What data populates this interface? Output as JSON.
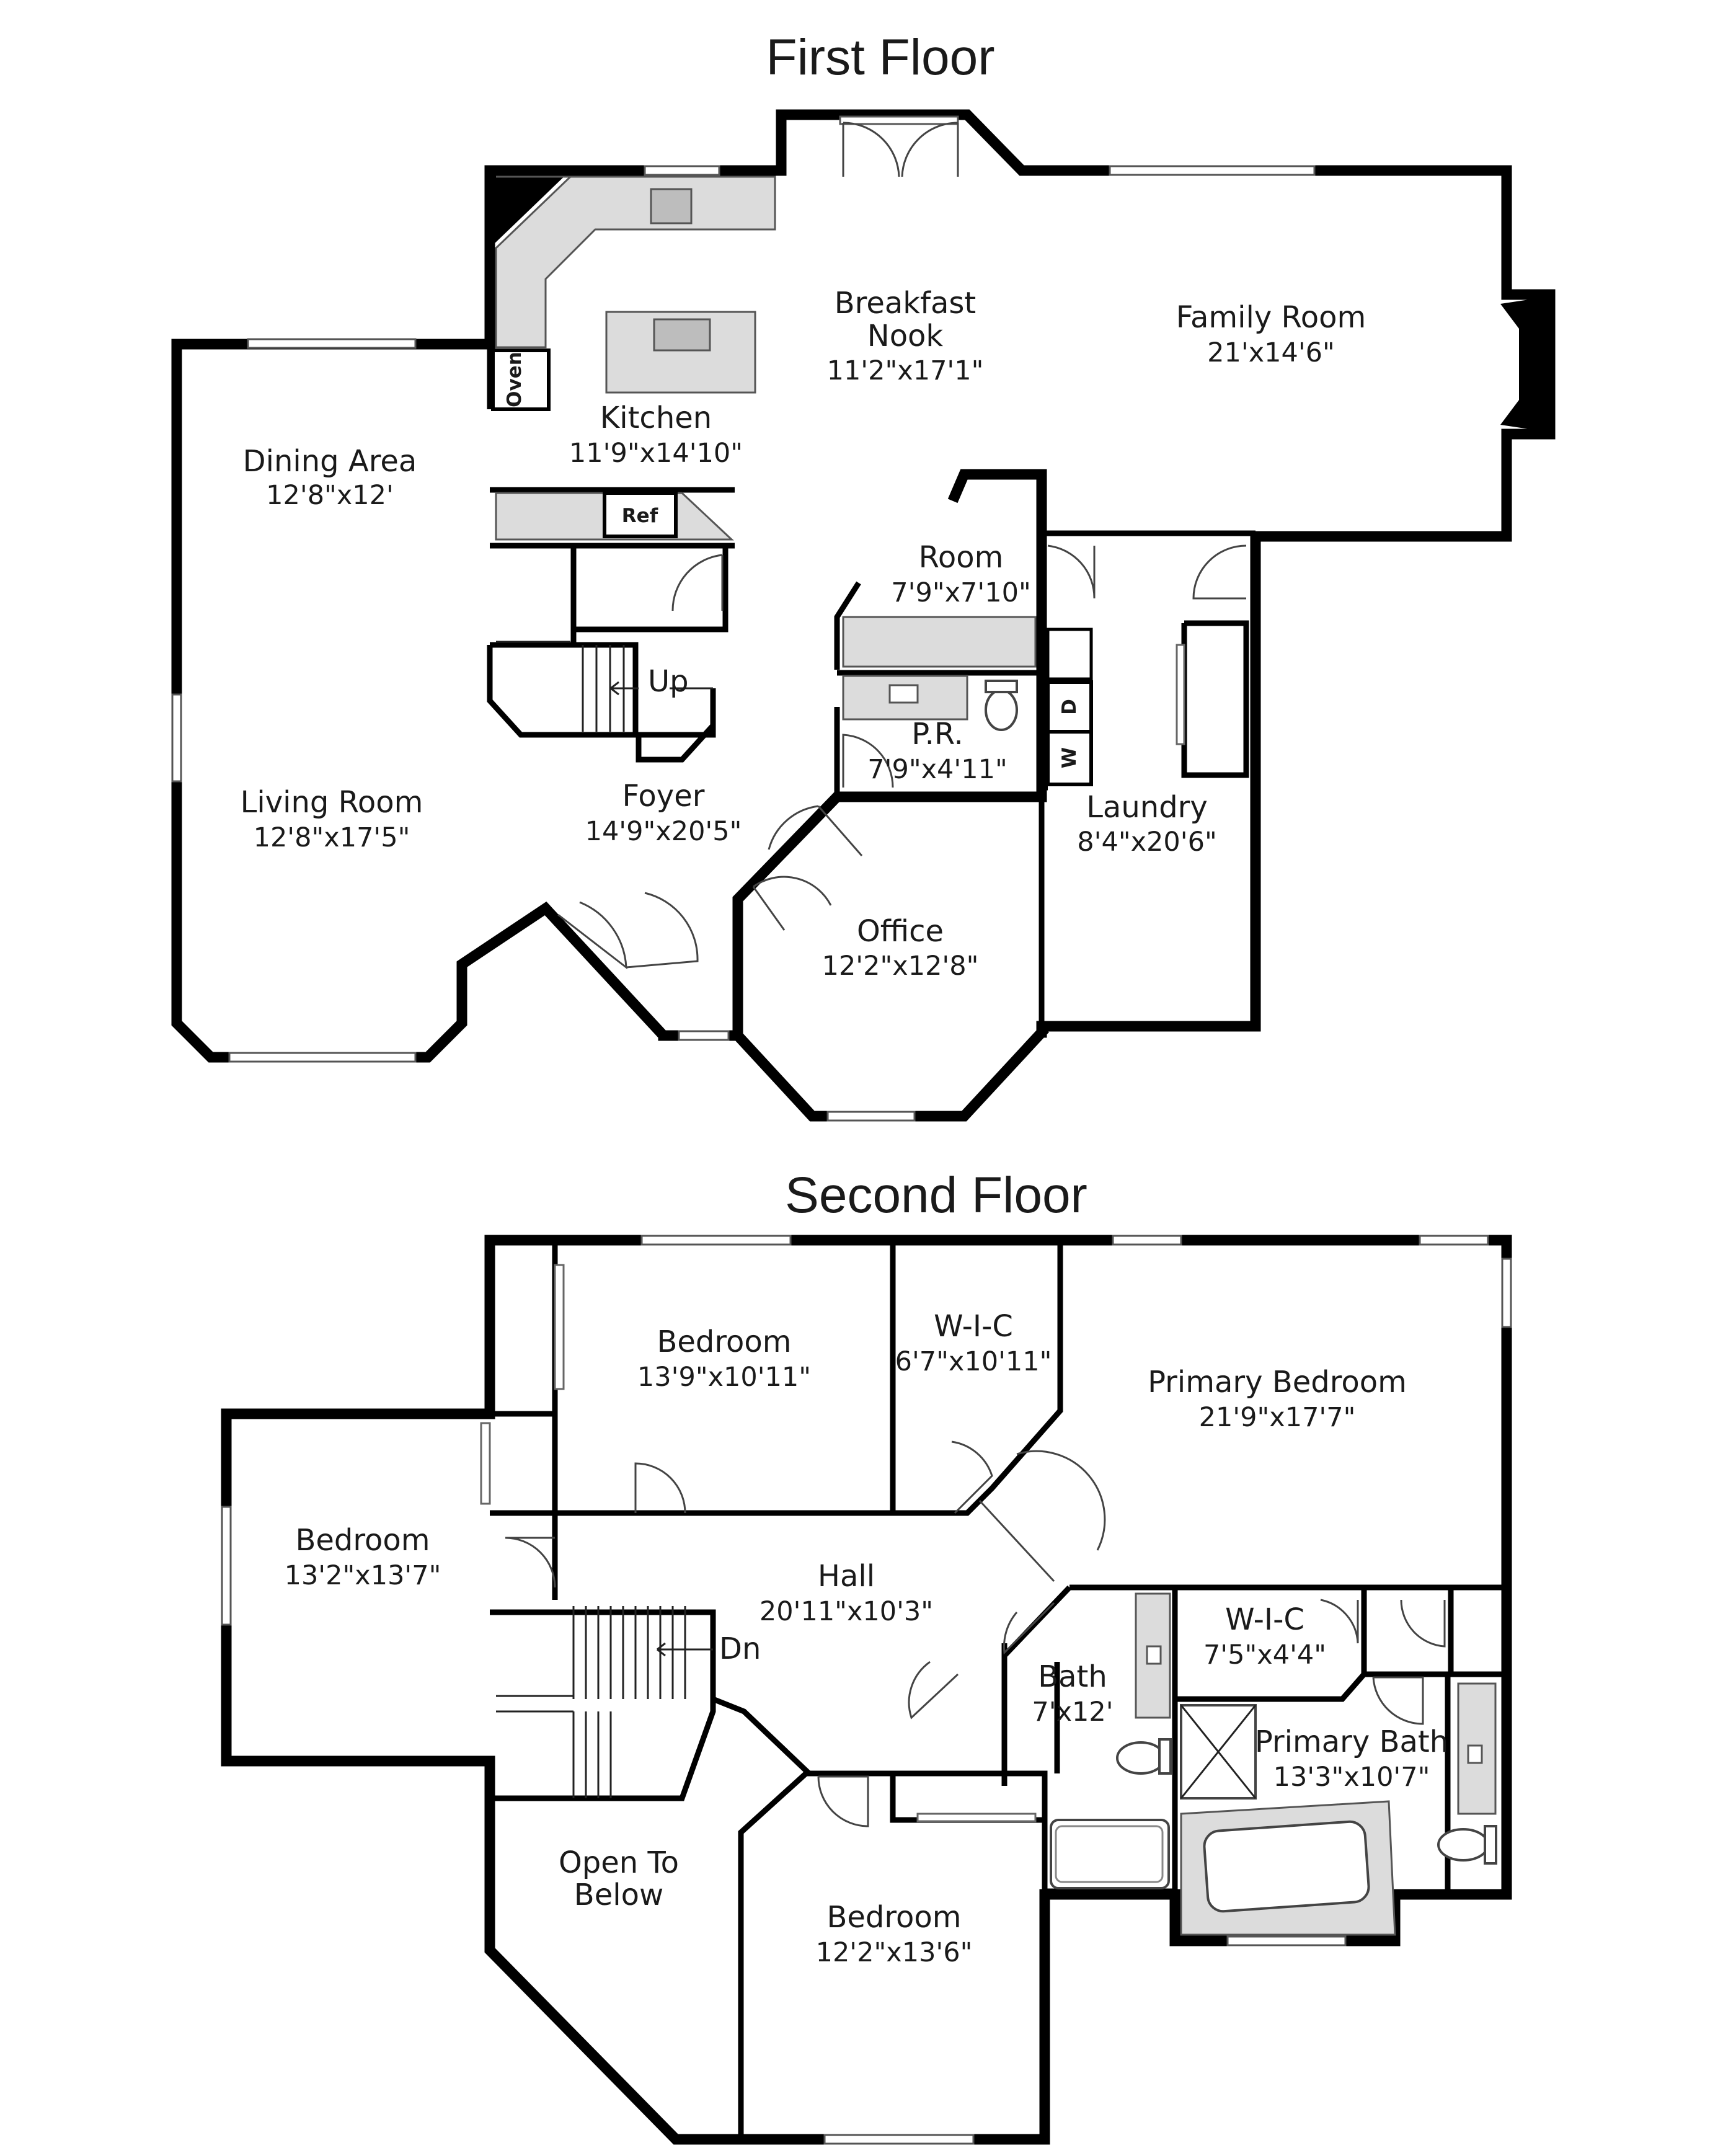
{
  "floors": [
    {
      "title": "First Floor"
    },
    {
      "title": "Second Floor"
    }
  ],
  "rooms_first": [
    {
      "name": "Breakfast",
      "name2": "Nook",
      "dims": "11'2\"x17'1\""
    },
    {
      "name": "Family Room",
      "dims": "21'x14'6\""
    },
    {
      "name": "Kitchen",
      "dims": "11'9\"x14'10\""
    },
    {
      "name": "Dining Area",
      "dims": "12'8\"x12'"
    },
    {
      "name": "Room",
      "dims": "7'9\"x7'10\""
    },
    {
      "name": "P.R.",
      "dims": "7'9\"x4'11\""
    },
    {
      "name": "Living Room",
      "dims": "12'8\"x17'5\""
    },
    {
      "name": "Foyer",
      "dims": "14'9\"x20'5\""
    },
    {
      "name": "Laundry",
      "dims": "8'4\"x20'6\""
    },
    {
      "name": "Office",
      "dims": "12'2\"x12'8\""
    }
  ],
  "rooms_second": [
    {
      "name": "Bedroom",
      "dims": "13'9\"x10'11\""
    },
    {
      "name": "W-I-C",
      "dims": "6'7\"x10'11\""
    },
    {
      "name": "Primary Bedroom",
      "dims": "21'9\"x17'7\""
    },
    {
      "name": "Bedroom",
      "dims": "13'2\"x13'7\""
    },
    {
      "name": "Hall",
      "dims": "20'11\"x10'3\""
    },
    {
      "name": "W-I-C",
      "dims": "7'5\"x4'4\""
    },
    {
      "name": "Bath",
      "dims": "7'x12'"
    },
    {
      "name": "Primary Bath",
      "dims": "13'3\"x10'7\""
    },
    {
      "name": "Open To",
      "name2": "Below"
    },
    {
      "name": "Bedroom",
      "dims": "12'2\"x13'6\""
    }
  ],
  "fixtures": {
    "oven": "Oven",
    "ref": "Ref",
    "fireplace": "FP",
    "dryer": "D",
    "washer": "W",
    "stairs_up": "Up",
    "stairs_down": "Dn"
  }
}
